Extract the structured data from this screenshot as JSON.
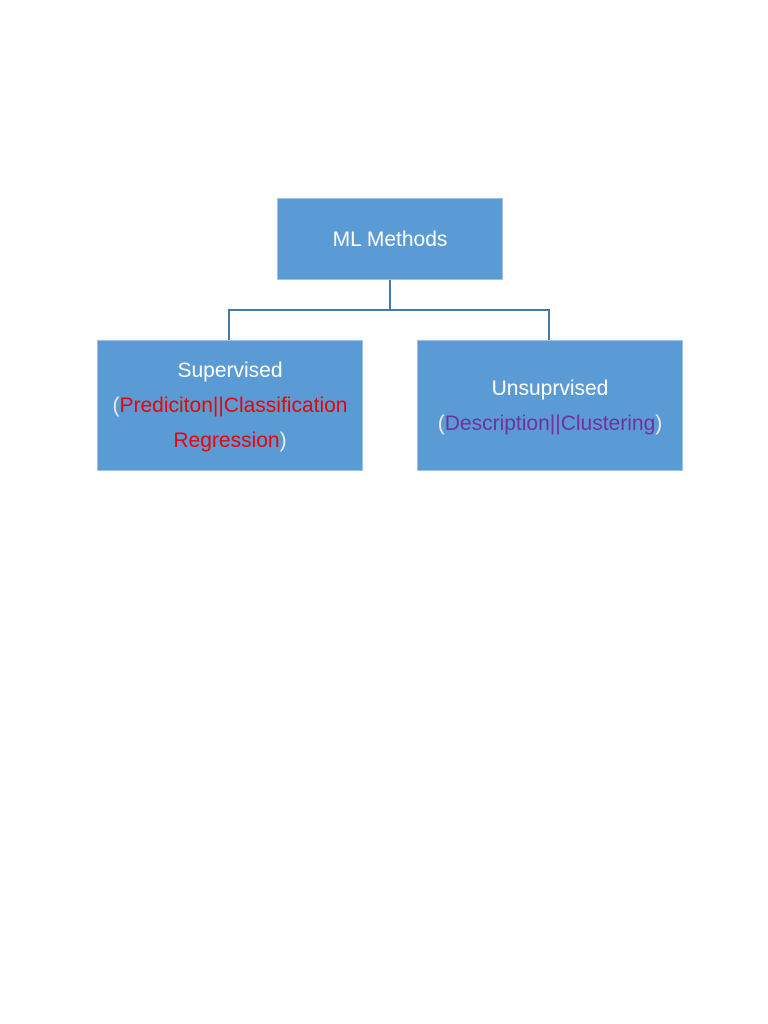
{
  "diagram": {
    "type": "hierarchy",
    "root": {
      "label": "ML Methods"
    },
    "children": [
      {
        "id": "supervised",
        "title": "Supervised",
        "open_paren": "(",
        "terms_line1": "Prediciton||Classification",
        "terms_line2": "Regression",
        "close_paren": ")",
        "terms_color": "#ee0000"
      },
      {
        "id": "unsupervised",
        "title": "Unsuprvised",
        "open_paren": "(",
        "terms": "Description||Clustering",
        "close_paren": ")",
        "terms_color": "#7030a0"
      }
    ],
    "colors": {
      "node_fill": "#5b9bd5",
      "node_border": "#9dc3e6",
      "connector": "#4678a8",
      "title_text": "#ffffff",
      "paren_text": "#ececec",
      "background": "#ffffff"
    }
  }
}
